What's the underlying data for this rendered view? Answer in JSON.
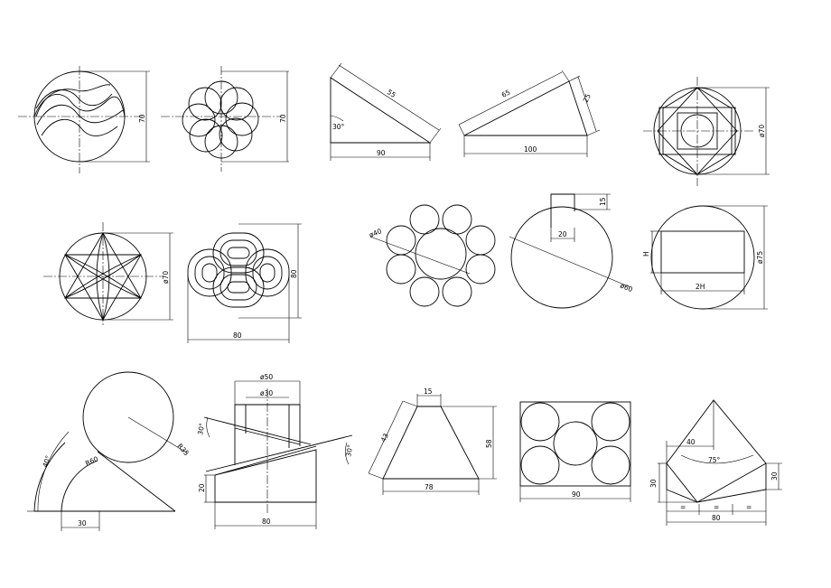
{
  "labels": {
    "f1_dim": "70",
    "f2_dim": "70",
    "f3_slant": "55",
    "f3_angle": "30°",
    "f3_base": "90",
    "f4_slant": "65",
    "f4_side": "25",
    "f4_base": "100",
    "f5_dia": "ø70",
    "f6_dia": "ø70",
    "f7_height": "80",
    "f7_width": "80",
    "f8_dia": "ø40",
    "f9_rect_w": "20",
    "f9_rect_h": "15",
    "f9_dia": "ø60",
    "f10_h": "H",
    "f10_2h": "2H",
    "f10_dia": "ø75",
    "f11_angle": "40°",
    "f11_r60": "R60",
    "f11_r35": "R35",
    "f11_base": "30",
    "f12_d50": "ø50",
    "f12_d30": "ø30",
    "f12_a1": "30°",
    "f12_a2": "30°",
    "f12_h20": "20",
    "f12_base": "80",
    "f13_top": "15",
    "f13_side": "43",
    "f13_height": "58",
    "f13_base": "78",
    "f14_base": "90",
    "f15_40": "40",
    "f15_75": "75°",
    "f15_30l": "30",
    "f15_30r": "30",
    "f15_eq1": "=",
    "f15_eq2": "=",
    "f15_eq3": "=",
    "f15_80": "80"
  }
}
